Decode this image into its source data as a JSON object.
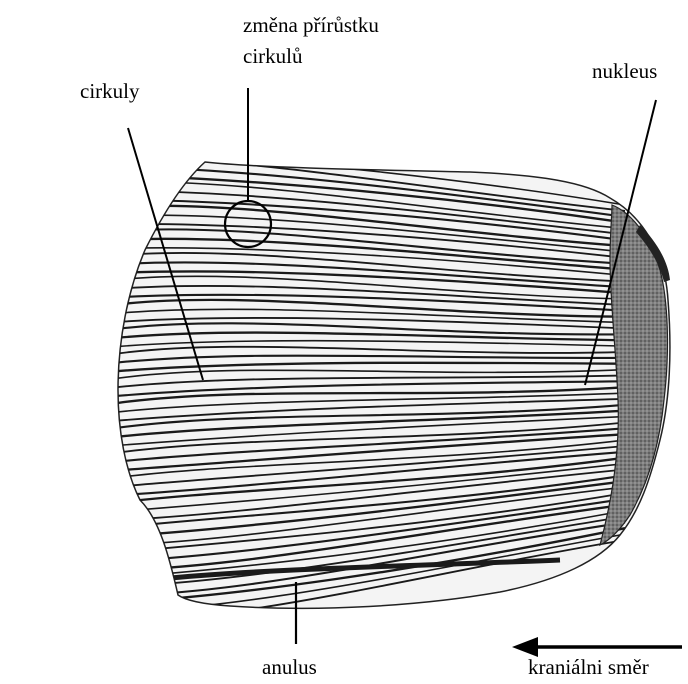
{
  "labels": {
    "circuli_increment_change_line1": "změna přírůstku",
    "circuli_increment_change_line2": "cirkulů",
    "circuli": "cirkuly",
    "nucleus": "nukleus",
    "annulus": "anulus",
    "cranial_direction": "kraniálni směr"
  },
  "colors": {
    "ink": "#111111",
    "nucleus_fill": "#8a8a8a",
    "paper": "#ffffff"
  }
}
